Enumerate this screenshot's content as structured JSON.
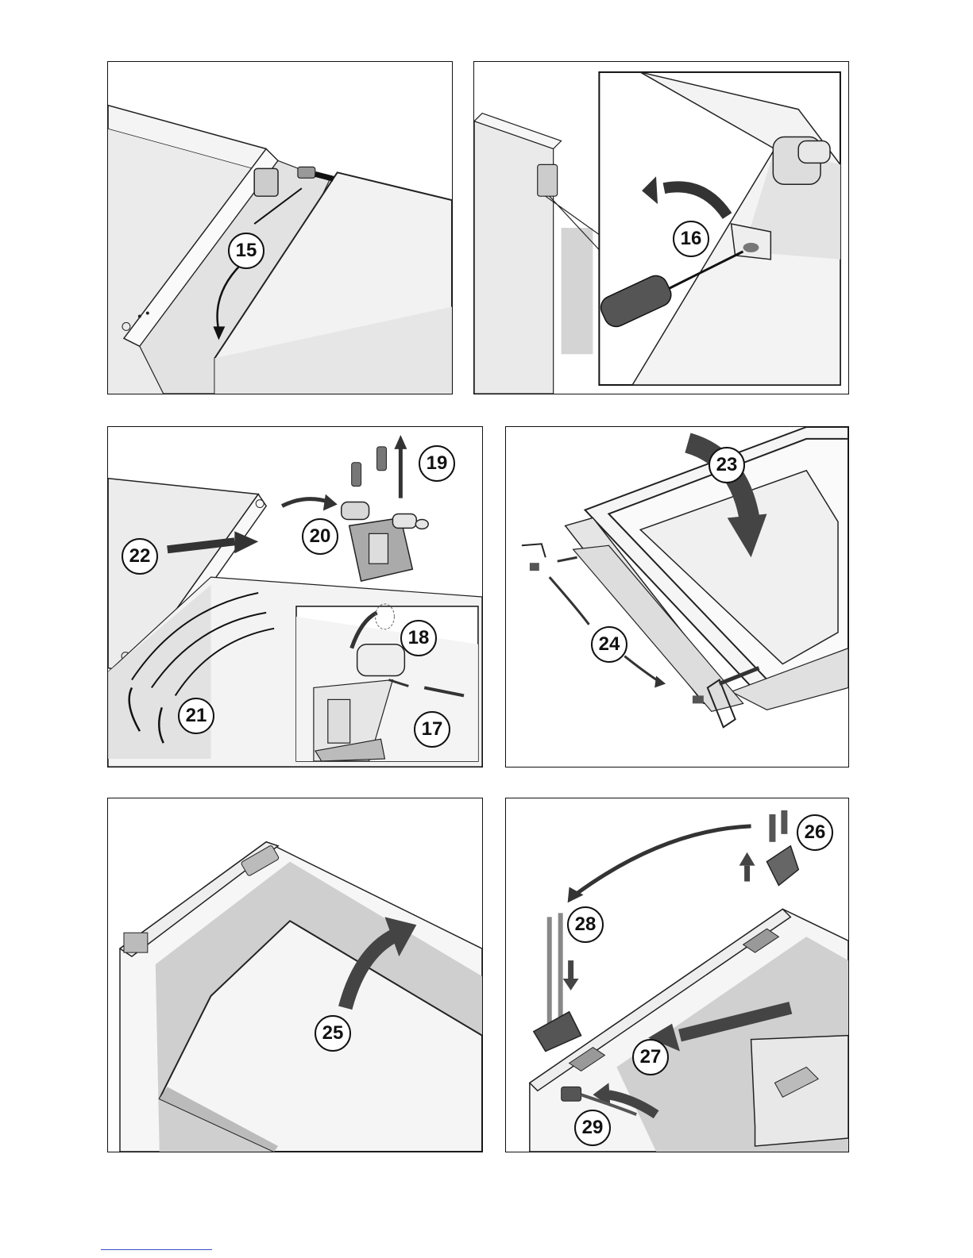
{
  "steps": {
    "s15": "15",
    "s16": "16",
    "s17": "17",
    "s18": "18",
    "s19": "19",
    "s20": "20",
    "s21": "21",
    "s22": "22",
    "s23": "23",
    "s24": "24",
    "s25": "25",
    "s26": "26",
    "s27": "27",
    "s28": "28",
    "s29": "29"
  }
}
